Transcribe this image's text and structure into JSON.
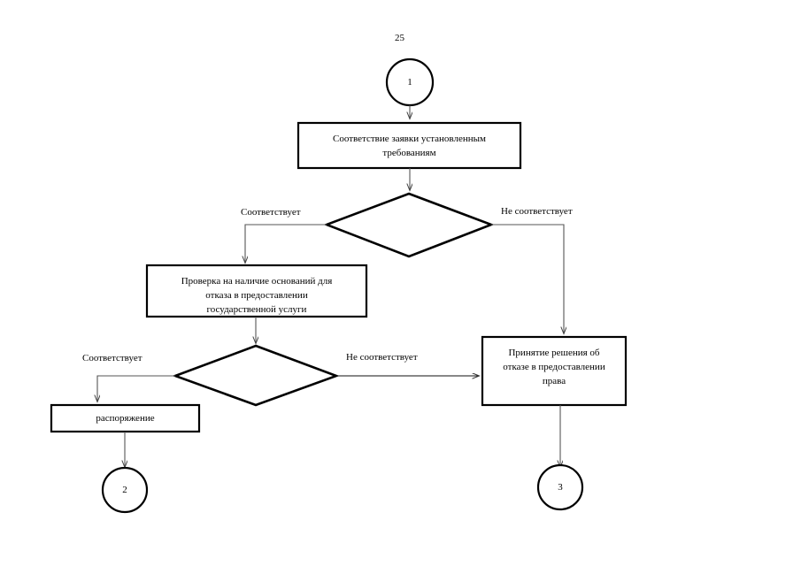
{
  "document": {
    "page_number": "25",
    "type": "flowchart",
    "language": "ru"
  },
  "connectors": {
    "start_circle": {
      "label": "1"
    },
    "end_circle_left": {
      "label": "2"
    },
    "end_circle_right": {
      "label": "3"
    }
  },
  "processes": {
    "check_application": {
      "lines": [
        "Соответствие заявки установленным",
        "требованиям"
      ]
    },
    "check_refusal_grounds": {
      "lines": [
        "Проверка на наличие оснований для",
        "отказа в предоставлении",
        "государственной услуги"
      ]
    },
    "order": {
      "lines": [
        "распоряжение"
      ]
    },
    "refusal_decision": {
      "lines": [
        "Принятие решения об",
        "отказе в предоставлении",
        "права"
      ]
    }
  },
  "decisions": {
    "first": {
      "label": ""
    },
    "second": {
      "label": ""
    }
  },
  "edge_labels": {
    "d1_yes": "Соответствует",
    "d1_no": "Не соответствует",
    "d2_yes": "Соответствует",
    "d2_no": "Не соответствует"
  },
  "colors": {
    "stroke": "#000000",
    "thin_stroke": "#555555",
    "background": "#ffffff",
    "text": "#000000"
  }
}
